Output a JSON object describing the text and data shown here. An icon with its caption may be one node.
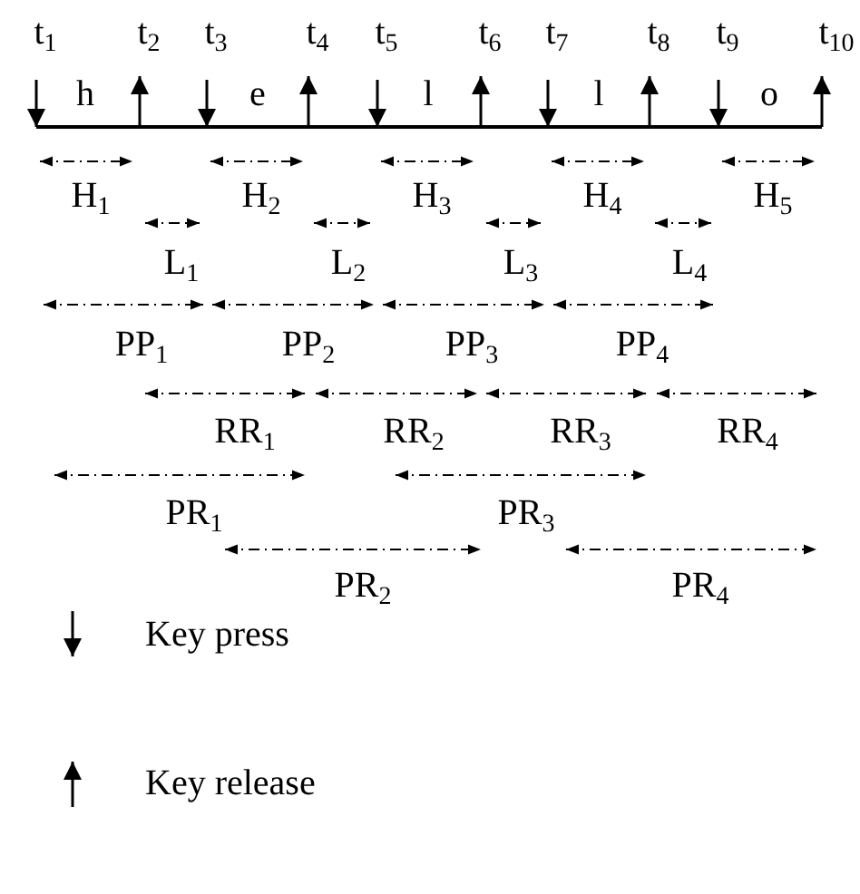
{
  "diagram": {
    "labels": [
      "t$_{1}$",
      "t$_{2}$",
      "t$_{3}$",
      "t$_{4}$",
      "t$_{5}$",
      "t$_{6}$",
      "t$_{7}$",
      "t$_{8}$",
      "t$_{9}$",
      "t$_{10}$",
      "h",
      "e",
      "l",
      "l",
      "o",
      "H$_{1}$",
      "H$_{2}$",
      "H$_{3}$",
      "H$_{4}$",
      "H$_{5}$",
      "L$_{1}$",
      "L$_{2}$",
      "L$_{3}$",
      "L$_{4}$",
      "PP$_{1}$",
      "PP$_{2}$",
      "PP$_{3}$",
      "PP$_{4}$",
      "RR$_{1}$",
      "RR$_{2}$",
      "RR$_{3}$",
      "RR$_{4}$",
      "PR$_{1}$",
      "PR$_{3}$",
      "PR$_{2}$",
      "PR$_{4}$"
    ],
    "legend": [
      {
        "text": "Key press"
      },
      {
        "text": "Key release"
      }
    ]
  }
}
